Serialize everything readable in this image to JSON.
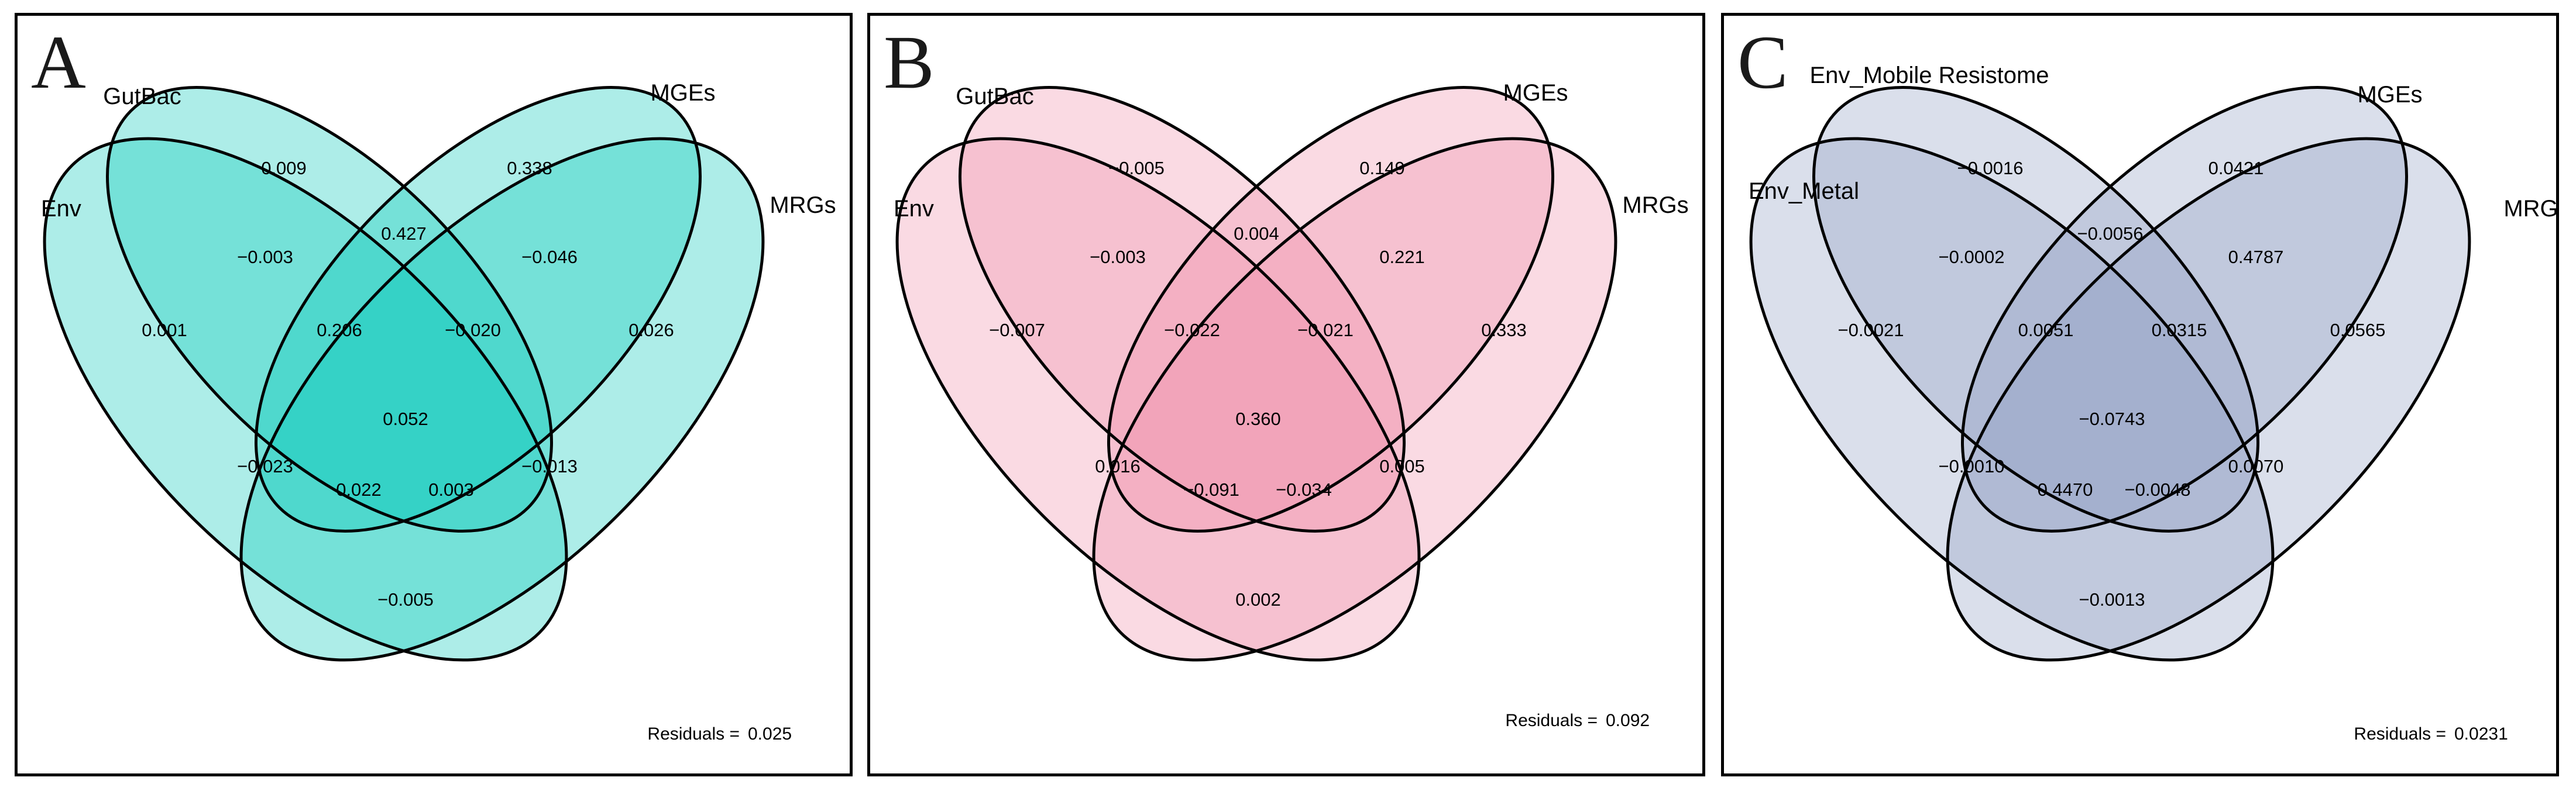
{
  "panels": [
    {
      "letter": "A",
      "color": "#00C8B8",
      "set_labels": [
        "Env",
        "GutBac",
        "MGEs",
        "MRGs"
      ],
      "regions": {
        "env_only": "0.001",
        "gut_only": "0.009",
        "mge_only": "0.338",
        "mrg_only": "0.026",
        "env_gut": "−0.003",
        "gut_mge": "0.427",
        "mge_mrg": "−0.046",
        "env_gut_mge": "0.206",
        "gut_mge_mrg": "−0.020",
        "all": "0.052",
        "env_mge": "−0.023",
        "gut_mrg": "−0.013",
        "env_mge_mrg": "0.022",
        "env_gut_mrg": "0.003",
        "env_mrg": "−0.005"
      },
      "residuals_label": "Residuals =",
      "residuals_value": "0.025"
    },
    {
      "letter": "B",
      "color": "#F08CA8",
      "set_labels": [
        "Env",
        "GutBac",
        "MGEs",
        "MRGs"
      ],
      "regions": {
        "env_only": "−0.007",
        "gut_only": "−0.005",
        "mge_only": "0.149",
        "mrg_only": "0.333",
        "env_gut": "−0.003",
        "gut_mge": "0.004",
        "mge_mrg": "0.221",
        "env_gut_mge": "−0.022",
        "gut_mge_mrg": "−0.021",
        "all": "0.360",
        "env_mge": "0.016",
        "gut_mrg": "0.005",
        "env_mge_mrg": "−0.091",
        "env_gut_mrg": "−0.034",
        "env_mrg": "0.002"
      },
      "residuals_label": "Residuals =",
      "residuals_value": "0.092"
    },
    {
      "letter": "C",
      "color": "#8C9CC0",
      "set_labels": [
        "Env_Metal",
        "Env_Mobile Resistome",
        "MGEs",
        "MRGs"
      ],
      "regions": {
        "env_only": "−0.0021",
        "gut_only": "−0.0016",
        "mge_only": "0.0421",
        "mrg_only": "0.0565",
        "env_gut": "−0.0002",
        "gut_mge": "−0.0056",
        "mge_mrg": "0.4787",
        "env_gut_mge": "0.0051",
        "gut_mge_mrg": "0.0315",
        "all": "−0.0743",
        "env_mge": "−0.0010",
        "gut_mrg": "0.0070",
        "env_mge_mrg": "0.4470",
        "env_gut_mrg": "−0.0048",
        "env_mrg": "−0.0013"
      },
      "residuals_label": "Residuals =",
      "residuals_value": "0.0231"
    }
  ]
}
